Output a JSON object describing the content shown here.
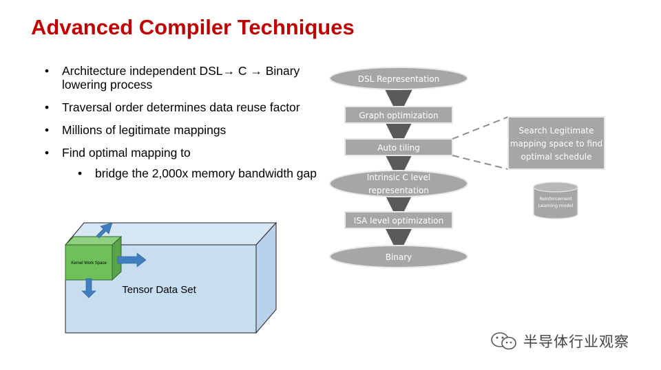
{
  "title": "Advanced Compiler Techniques",
  "bullets": [
    {
      "text": "Architecture independent DSL→ C → Binary lowering process"
    },
    {
      "text": "Traversal order determines data reuse factor"
    },
    {
      "text": "Millions of legitimate mappings"
    },
    {
      "text": "Find optimal mapping to"
    }
  ],
  "sub_bullets": [
    {
      "text": "bridge the 2,000x memory bandwidth gap"
    }
  ],
  "bullet_marker": "•",
  "tensor": {
    "label": "Tensor Data Set",
    "kernel_label": "Kernel Work Space"
  },
  "flowchart": {
    "nodes": [
      {
        "id": "dsl",
        "label": "DSL Representation",
        "shape": "ellipse"
      },
      {
        "id": "graph",
        "label": "Graph optimization",
        "shape": "rect"
      },
      {
        "id": "tiling",
        "label": "Auto tiling",
        "shape": "rect"
      },
      {
        "id": "intrinsic",
        "label": "Intrinsic C level representation",
        "label_lines": [
          "Intrinsic C level",
          "representation"
        ],
        "shape": "ellipse"
      },
      {
        "id": "isa",
        "label": "ISA level optimization",
        "shape": "rect"
      },
      {
        "id": "binary",
        "label": "Binary",
        "shape": "ellipse"
      }
    ],
    "callout": {
      "label": "Search Legitimate mapping space to find optimal schedule",
      "label_lines": [
        "Search Legitimate",
        "mapping space to find",
        "optimal schedule"
      ]
    },
    "database": {
      "label": "Reinforcement Learning model",
      "label_lines": [
        "Reinforcement",
        "Learning model"
      ]
    }
  },
  "colors": {
    "title": "#c00000",
    "node_fill": "#a6a6a6",
    "node_stroke": "#e8e8e8",
    "arrow": "#5a5a5a",
    "tensor_fill": "#c7ddf0",
    "tensor_stroke": "#1f1f1f",
    "kernel_fill": "#6fbf5a",
    "tensor_arrow": "#3f7fbf"
  },
  "watermark": {
    "text": "半导体行业观察",
    "icon": "wechat-icon"
  }
}
